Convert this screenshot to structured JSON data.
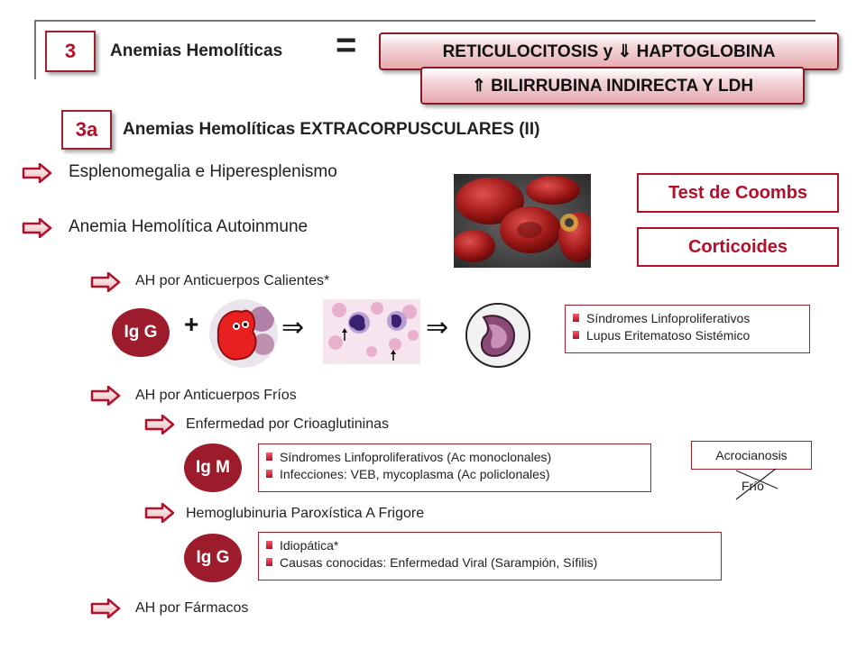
{
  "header": {
    "number": "3",
    "title": "Anemias Hemolíticas",
    "equals": "=",
    "pill1": "RETICULOCITOSIS y ⇓ HAPTOGLOBINA",
    "pill2": "⇑ BILIRRUBINA INDIRECTA Y LDH"
  },
  "section": {
    "number": "3a",
    "title": "Anemias Hemolíticas EXTRACORPUSCULARES (II)"
  },
  "items": {
    "esplenomegalia": "Esplenomegalia e Hiperesplenismo",
    "autoinmune": "Anemia Hemolítica Autoinmune",
    "calientes": "AH por Anticuerpos Calientes*",
    "frios": "AH por Anticuerpos Fríos",
    "crioaglutininas": "Enfermedad por Crioaglutininas",
    "hemoglobinuria": "Hemoglubinuria Paroxística A Frigore",
    "farmacos": "AH por Fármacos"
  },
  "tests": {
    "coombs": "Test de Coombs",
    "corticoides": "Corticoides"
  },
  "warm": {
    "ig": "Ig G",
    "plus": "+",
    "implies1": "⇒",
    "implies2": "⇒",
    "list": [
      "Síndromes Linfoproliferativos",
      "Lupus Eritematoso Sistémico"
    ]
  },
  "cold": {
    "ig": "Ig M",
    "list": [
      "Síndromes Linfoproliferativos (Ac monoclonales)",
      "Infecciones: VEB, mycoplasma (Ac policlonales)"
    ],
    "acrocianosis": "Acrocianosis",
    "frio": "Frío"
  },
  "pch": {
    "ig": "Ig G",
    "list": [
      "Idiopática*",
      "Causas conocidas: Enfermedad Viral (Sarampión, Sífilis)"
    ]
  },
  "colors": {
    "accent": "#b3102a",
    "pill_border": "#8b1a24",
    "ig_circle": "#9c1c2c"
  },
  "icons": [
    "arrow-right-icon"
  ]
}
